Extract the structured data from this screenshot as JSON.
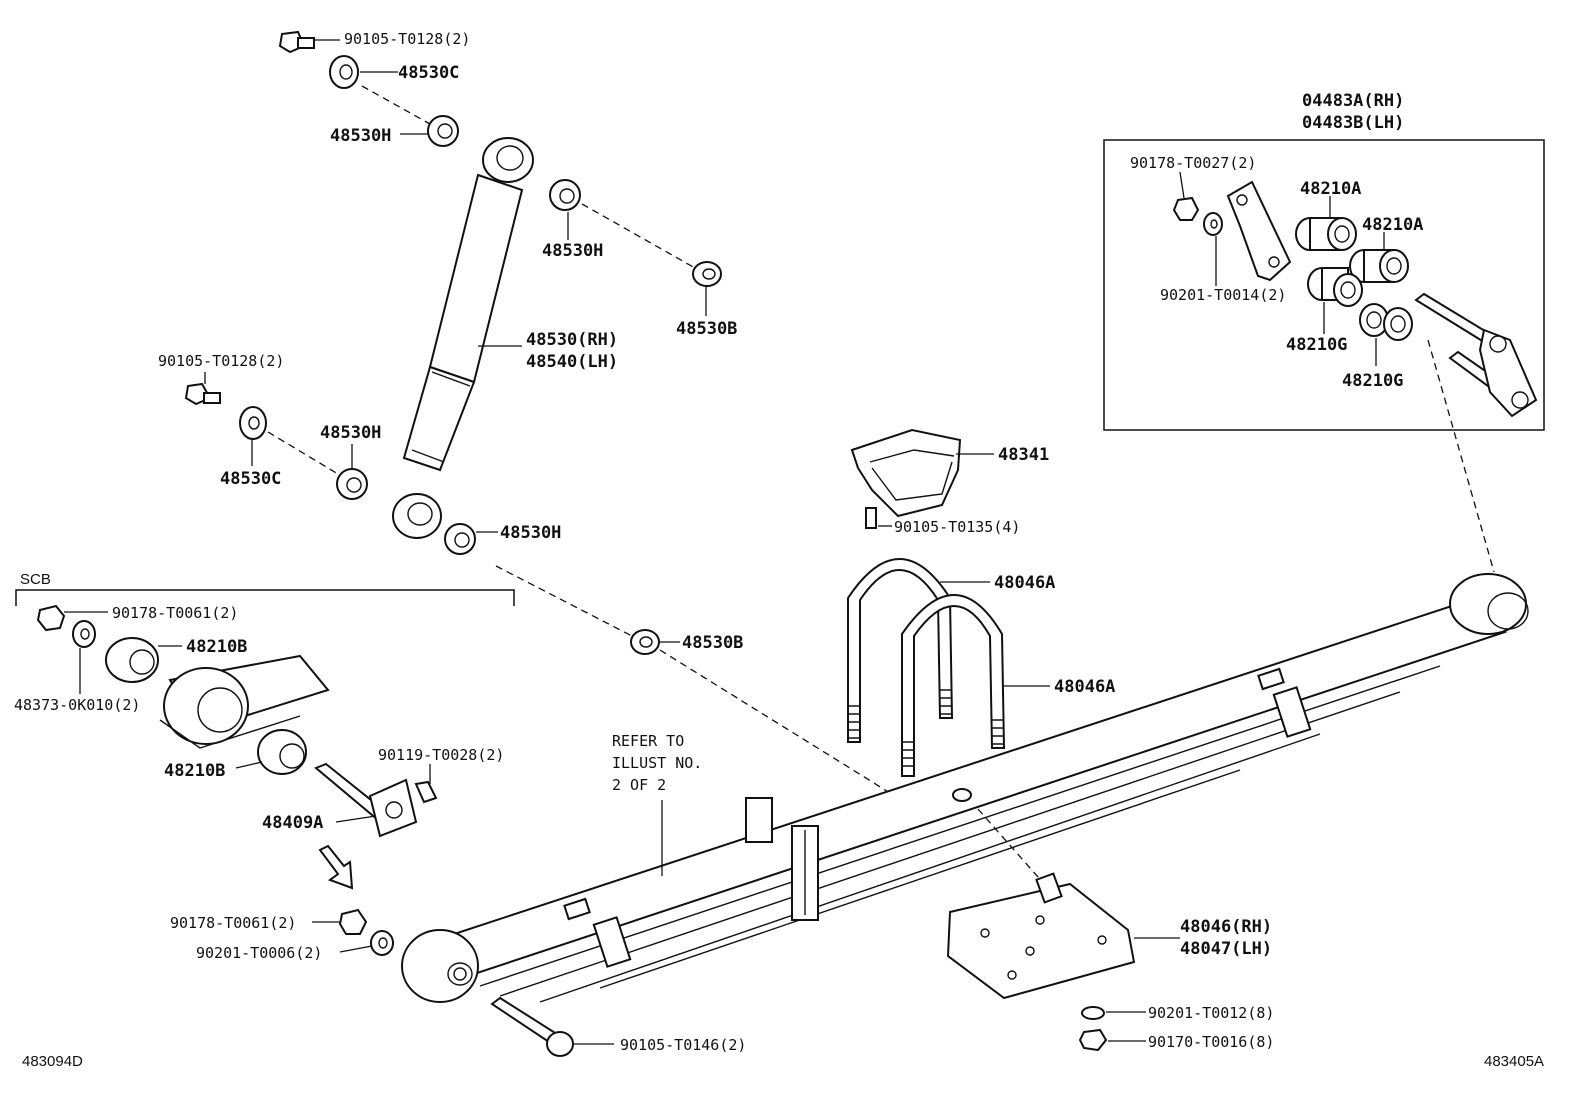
{
  "labels": {
    "p_90105_T0128_top": "90105-T0128(2)",
    "p_48530C_top": "48530C",
    "p_48530H_top": "48530H",
    "p_48530H_mid": "48530H",
    "p_48530B_top": "48530B",
    "p_48530_rh": "48530(RH)",
    "p_48540_lh": "48540(LH)",
    "p_90105_T0128_left": "90105-T0128(2)",
    "p_48530H_left": "48530H",
    "p_48530C_left": "48530C",
    "p_48530H_lower": "48530H",
    "p_48530B_lower": "48530B",
    "p_04483A_rh": "04483A(RH)",
    "p_04483B_lh": "04483B(LH)",
    "p_90178_T0027": "90178-T0027(2)",
    "p_48210A_1": "48210A",
    "p_48210A_2": "48210A",
    "p_90201_T0014": "90201-T0014(2)",
    "p_48210G_1": "48210G",
    "p_48210G_2": "48210G",
    "p_48341": "48341",
    "p_90105_T0135": "90105-T0135(4)",
    "p_48046A_1": "48046A",
    "p_48046A_2": "48046A",
    "scb": "SCB",
    "p_90178_T0061_top": "90178-T0061(2)",
    "p_48210B_top": "48210B",
    "p_48373_0K010": "48373-0K010(2)",
    "p_48210B_low": "48210B",
    "p_90119_T0028": "90119-T0028(2)",
    "p_48409A": "48409A",
    "refer_1": "REFER TO",
    "refer_2": "ILLUST NO.",
    "refer_3": "2 OF 2",
    "p_90178_T0061_low": "90178-T0061(2)",
    "p_90201_T0006": "90201-T0006(2)",
    "p_90105_T0146": "90105-T0146(2)",
    "p_48046_rh": "48046(RH)",
    "p_48047_lh": "48047(LH)",
    "p_90201_T0012": "90201-T0012(8)",
    "p_90170_T0016": "90170-T0016(8)",
    "ref_left": "483094D",
    "ref_right": "483405A"
  }
}
